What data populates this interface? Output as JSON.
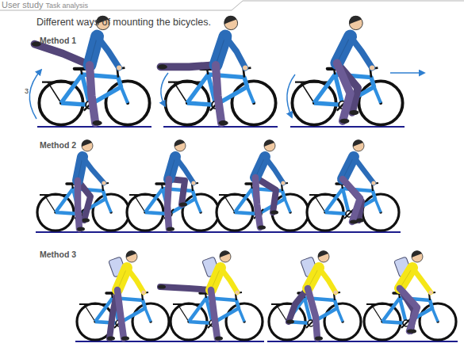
{
  "diagram": {
    "title": "User study",
    "labels": [
      "Task analysis",
      "Different ways of mounting the bicycles.",
      "Method 1",
      "Method 2",
      "Method 3",
      "3"
    ]
  }
}
